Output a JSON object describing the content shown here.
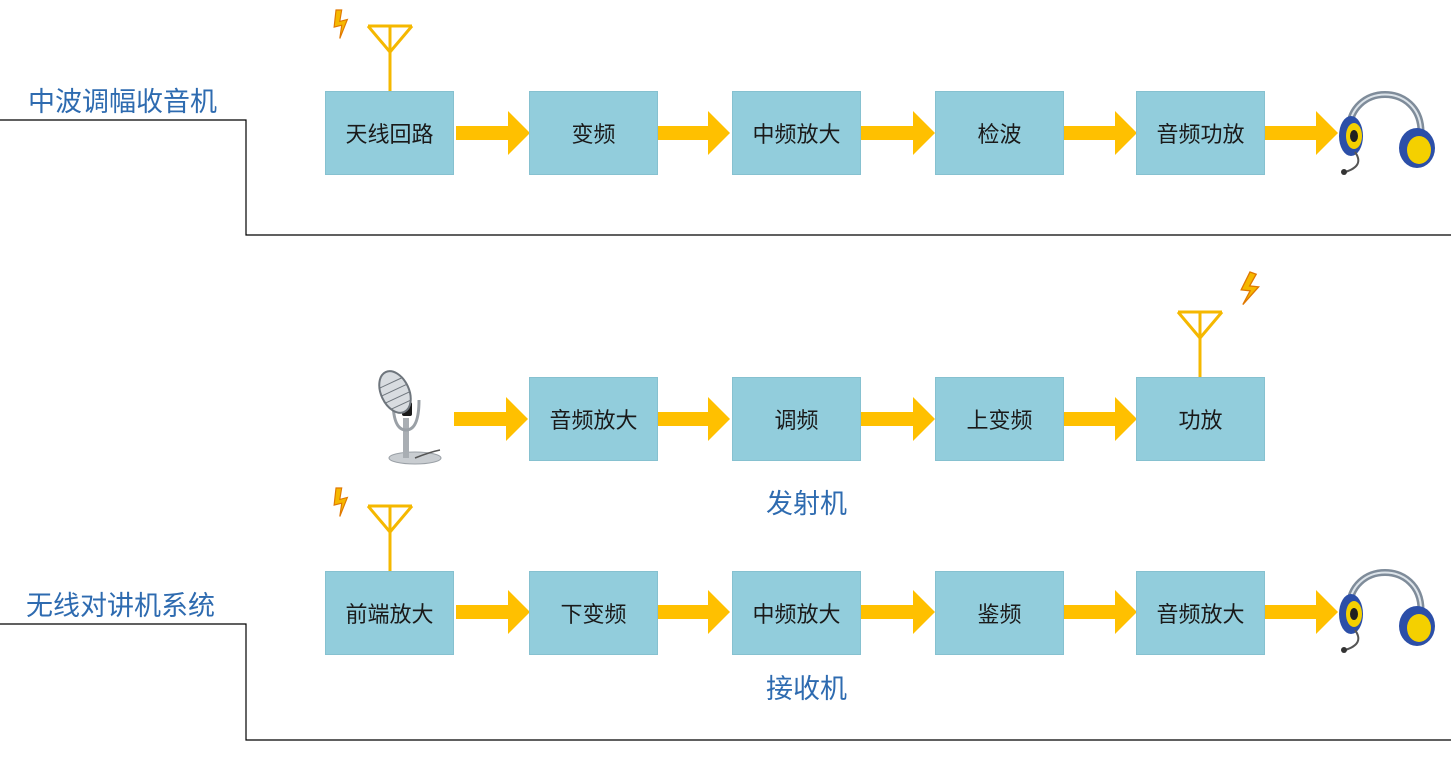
{
  "am_radio": {
    "title": "中波调幅收音机",
    "blocks": [
      "天线回路",
      "变频",
      "中频放大",
      "检波",
      "音频功放"
    ]
  },
  "walkie_talkie": {
    "title": "无线对讲机系统",
    "transmitter": {
      "label": "发射机",
      "blocks": [
        "音频放大",
        "调频",
        "上变频",
        "功放"
      ]
    },
    "receiver": {
      "label": "接收机",
      "blocks": [
        "前端放大",
        "下变频",
        "中频放大",
        "鉴频",
        "音频放大"
      ]
    }
  },
  "colors": {
    "block_fill": "#92CDDC",
    "arrow": "#FFC000",
    "antenna": "#F5B800",
    "title_text": "#2E6BB0",
    "divider": "#000000"
  },
  "icons": [
    "lightning-icon",
    "antenna-icon",
    "headphones-icon",
    "microphone-icon"
  ]
}
